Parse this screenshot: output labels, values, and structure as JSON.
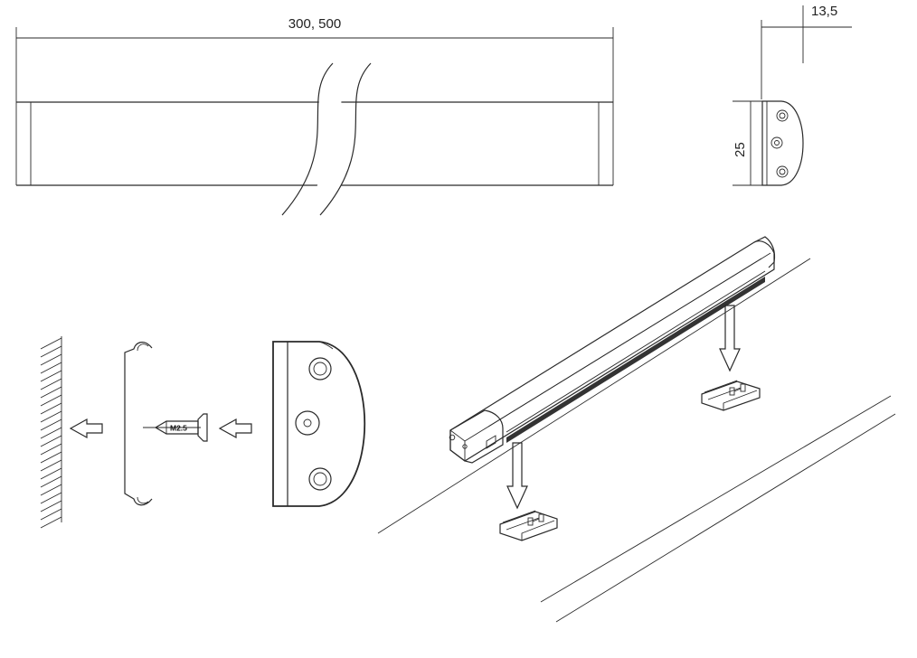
{
  "dimensions": {
    "length": "300, 500",
    "depth": "13,5",
    "height": "25"
  },
  "screw": {
    "label": "M2.5"
  }
}
